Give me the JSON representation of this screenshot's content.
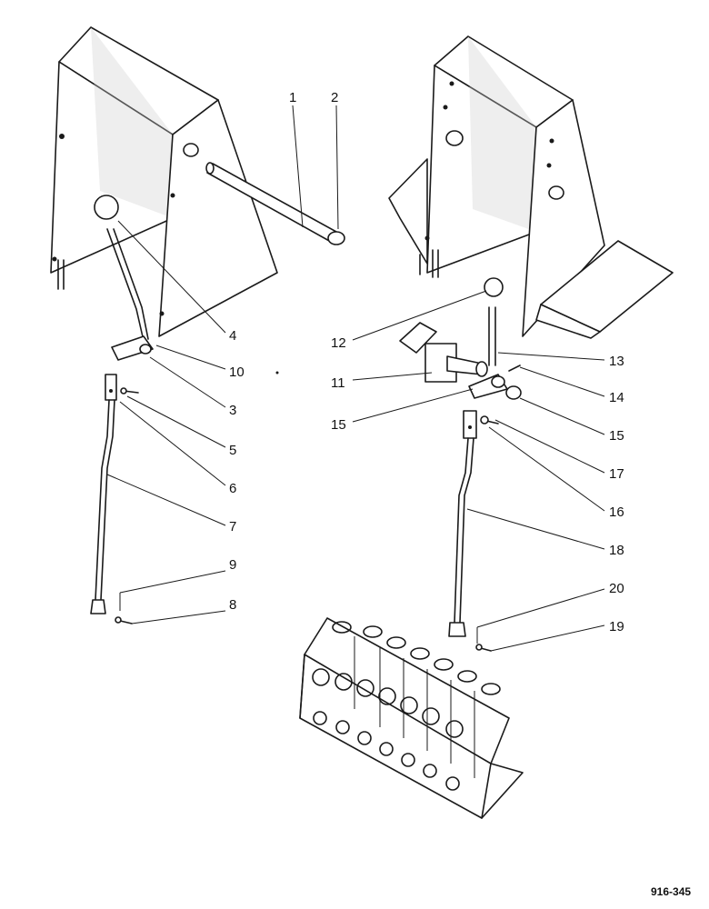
{
  "drawing_number": "916-345",
  "callouts": [
    "1",
    "2",
    "3",
    "4",
    "5",
    "6",
    "7",
    "8",
    "9",
    "10",
    "11",
    "12",
    "13",
    "14",
    "15",
    "15",
    "16",
    "17",
    "18",
    "19",
    "20"
  ]
}
